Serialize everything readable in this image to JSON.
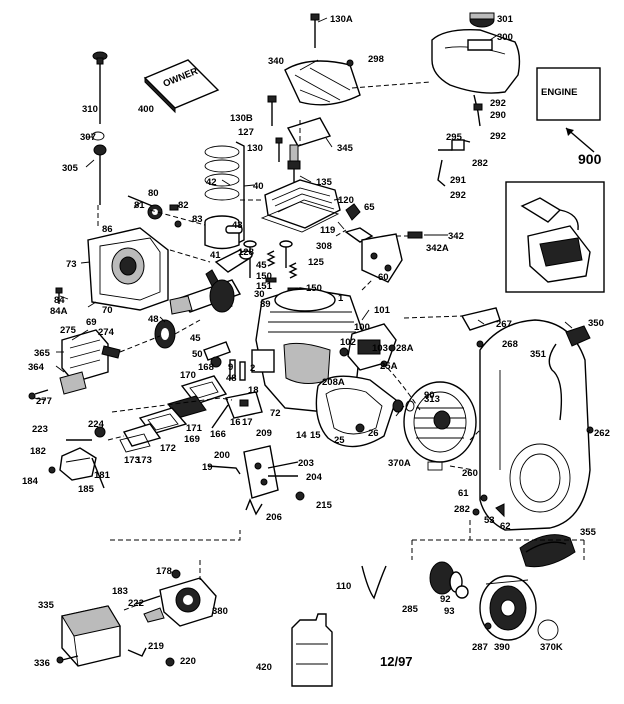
{
  "diagram": {
    "date_code": "12/97",
    "book_label": "OWNER",
    "engine_box_label": "ENGINE",
    "engine_ref": "900",
    "labels": [
      {
        "id": "130A",
        "text": "130A"
      },
      {
        "id": "301",
        "text": "301"
      },
      {
        "id": "300",
        "text": "300"
      },
      {
        "id": "340",
        "text": "340"
      },
      {
        "id": "298",
        "text": "298"
      },
      {
        "id": "310",
        "text": "310"
      },
      {
        "id": "400",
        "text": "400"
      },
      {
        "id": "307",
        "text": "307"
      },
      {
        "id": "305",
        "text": "305"
      },
      {
        "id": "130B",
        "text": "130B"
      },
      {
        "id": "127",
        "text": "127"
      },
      {
        "id": "345",
        "text": "345"
      },
      {
        "id": "130",
        "text": "130"
      },
      {
        "id": "292a",
        "text": "292"
      },
      {
        "id": "290",
        "text": "290"
      },
      {
        "id": "295",
        "text": "295"
      },
      {
        "id": "292b",
        "text": "292"
      },
      {
        "id": "282a",
        "text": "282"
      },
      {
        "id": "291",
        "text": "291"
      },
      {
        "id": "292c",
        "text": "292"
      },
      {
        "id": "42",
        "text": "42"
      },
      {
        "id": "40",
        "text": "40"
      },
      {
        "id": "135",
        "text": "135"
      },
      {
        "id": "120",
        "text": "120"
      },
      {
        "id": "80",
        "text": "80"
      },
      {
        "id": "81",
        "text": "81"
      },
      {
        "id": "82",
        "text": "82"
      },
      {
        "id": "83",
        "text": "83"
      },
      {
        "id": "43",
        "text": "43"
      },
      {
        "id": "65",
        "text": "65"
      },
      {
        "id": "119",
        "text": "119"
      },
      {
        "id": "342",
        "text": "342"
      },
      {
        "id": "308",
        "text": "308"
      },
      {
        "id": "342A",
        "text": "342A"
      },
      {
        "id": "86",
        "text": "86"
      },
      {
        "id": "41",
        "text": "41"
      },
      {
        "id": "128",
        "text": "128"
      },
      {
        "id": "125",
        "text": "125"
      },
      {
        "id": "73",
        "text": "73"
      },
      {
        "id": "45a",
        "text": "45"
      },
      {
        "id": "150a",
        "text": "150"
      },
      {
        "id": "151",
        "text": "151"
      },
      {
        "id": "60",
        "text": "60"
      },
      {
        "id": "30",
        "text": "30"
      },
      {
        "id": "150b",
        "text": "150"
      },
      {
        "id": "70",
        "text": "70"
      },
      {
        "id": "69",
        "text": "69"
      },
      {
        "id": "89",
        "text": "89"
      },
      {
        "id": "1",
        "text": "1"
      },
      {
        "id": "84",
        "text": "84"
      },
      {
        "id": "84A",
        "text": "84A"
      },
      {
        "id": "48",
        "text": "48"
      },
      {
        "id": "101",
        "text": "101"
      },
      {
        "id": "267",
        "text": "267"
      },
      {
        "id": "350",
        "text": "350"
      },
      {
        "id": "275",
        "text": "275"
      },
      {
        "id": "274",
        "text": "274"
      },
      {
        "id": "45b",
        "text": "45"
      },
      {
        "id": "100",
        "text": "100"
      },
      {
        "id": "102",
        "text": "102"
      },
      {
        "id": "103",
        "text": "103"
      },
      {
        "id": "28A",
        "text": "28A"
      },
      {
        "id": "268",
        "text": "268"
      },
      {
        "id": "351",
        "text": "351"
      },
      {
        "id": "365",
        "text": "365"
      },
      {
        "id": "50",
        "text": "50"
      },
      {
        "id": "364",
        "text": "364"
      },
      {
        "id": "168",
        "text": "168"
      },
      {
        "id": "9",
        "text": "9"
      },
      {
        "id": "48b",
        "text": "48"
      },
      {
        "id": "2",
        "text": "2"
      },
      {
        "id": "25A",
        "text": "25A"
      },
      {
        "id": "170",
        "text": "170"
      },
      {
        "id": "18",
        "text": "18"
      },
      {
        "id": "208A",
        "text": "208A"
      },
      {
        "id": "90",
        "text": "90"
      },
      {
        "id": "277",
        "text": "277"
      },
      {
        "id": "313",
        "text": "313"
      },
      {
        "id": "72",
        "text": "72"
      },
      {
        "id": "224",
        "text": "224"
      },
      {
        "id": "171",
        "text": "171"
      },
      {
        "id": "16",
        "text": "16"
      },
      {
        "id": "17",
        "text": "17"
      },
      {
        "id": "223",
        "text": "223"
      },
      {
        "id": "169",
        "text": "169"
      },
      {
        "id": "166",
        "text": "166"
      },
      {
        "id": "209",
        "text": "209"
      },
      {
        "id": "14",
        "text": "14"
      },
      {
        "id": "15",
        "text": "15"
      },
      {
        "id": "25",
        "text": "25"
      },
      {
        "id": "26",
        "text": "26"
      },
      {
        "id": "262",
        "text": "262"
      },
      {
        "id": "182",
        "text": "182"
      },
      {
        "id": "172",
        "text": "172"
      },
      {
        "id": "173",
        "text": "173"
      },
      {
        "id": "173b",
        "text": "173"
      },
      {
        "id": "200",
        "text": "200"
      },
      {
        "id": "203",
        "text": "203"
      },
      {
        "id": "181",
        "text": "181"
      },
      {
        "id": "19",
        "text": "19"
      },
      {
        "id": "204",
        "text": "204"
      },
      {
        "id": "370A",
        "text": "370A"
      },
      {
        "id": "260",
        "text": "260"
      },
      {
        "id": "184",
        "text": "184"
      },
      {
        "id": "185",
        "text": "185"
      },
      {
        "id": "215",
        "text": "215"
      },
      {
        "id": "61",
        "text": "61"
      },
      {
        "id": "282b",
        "text": "282"
      },
      {
        "id": "53",
        "text": "53"
      },
      {
        "id": "62",
        "text": "62"
      },
      {
        "id": "206",
        "text": "206"
      },
      {
        "id": "355",
        "text": "355"
      },
      {
        "id": "178",
        "text": "178"
      },
      {
        "id": "110",
        "text": "110"
      },
      {
        "id": "183",
        "text": "183"
      },
      {
        "id": "222",
        "text": "222"
      },
      {
        "id": "92",
        "text": "92"
      },
      {
        "id": "335",
        "text": "335"
      },
      {
        "id": "380",
        "text": "380"
      },
      {
        "id": "285",
        "text": "285"
      },
      {
        "id": "93",
        "text": "93"
      },
      {
        "id": "219",
        "text": "219"
      },
      {
        "id": "336",
        "text": "336"
      },
      {
        "id": "220",
        "text": "220"
      },
      {
        "id": "420",
        "text": "420"
      },
      {
        "id": "287",
        "text": "287"
      },
      {
        "id": "390",
        "text": "390"
      },
      {
        "id": "370K",
        "text": "370K"
      }
    ]
  }
}
